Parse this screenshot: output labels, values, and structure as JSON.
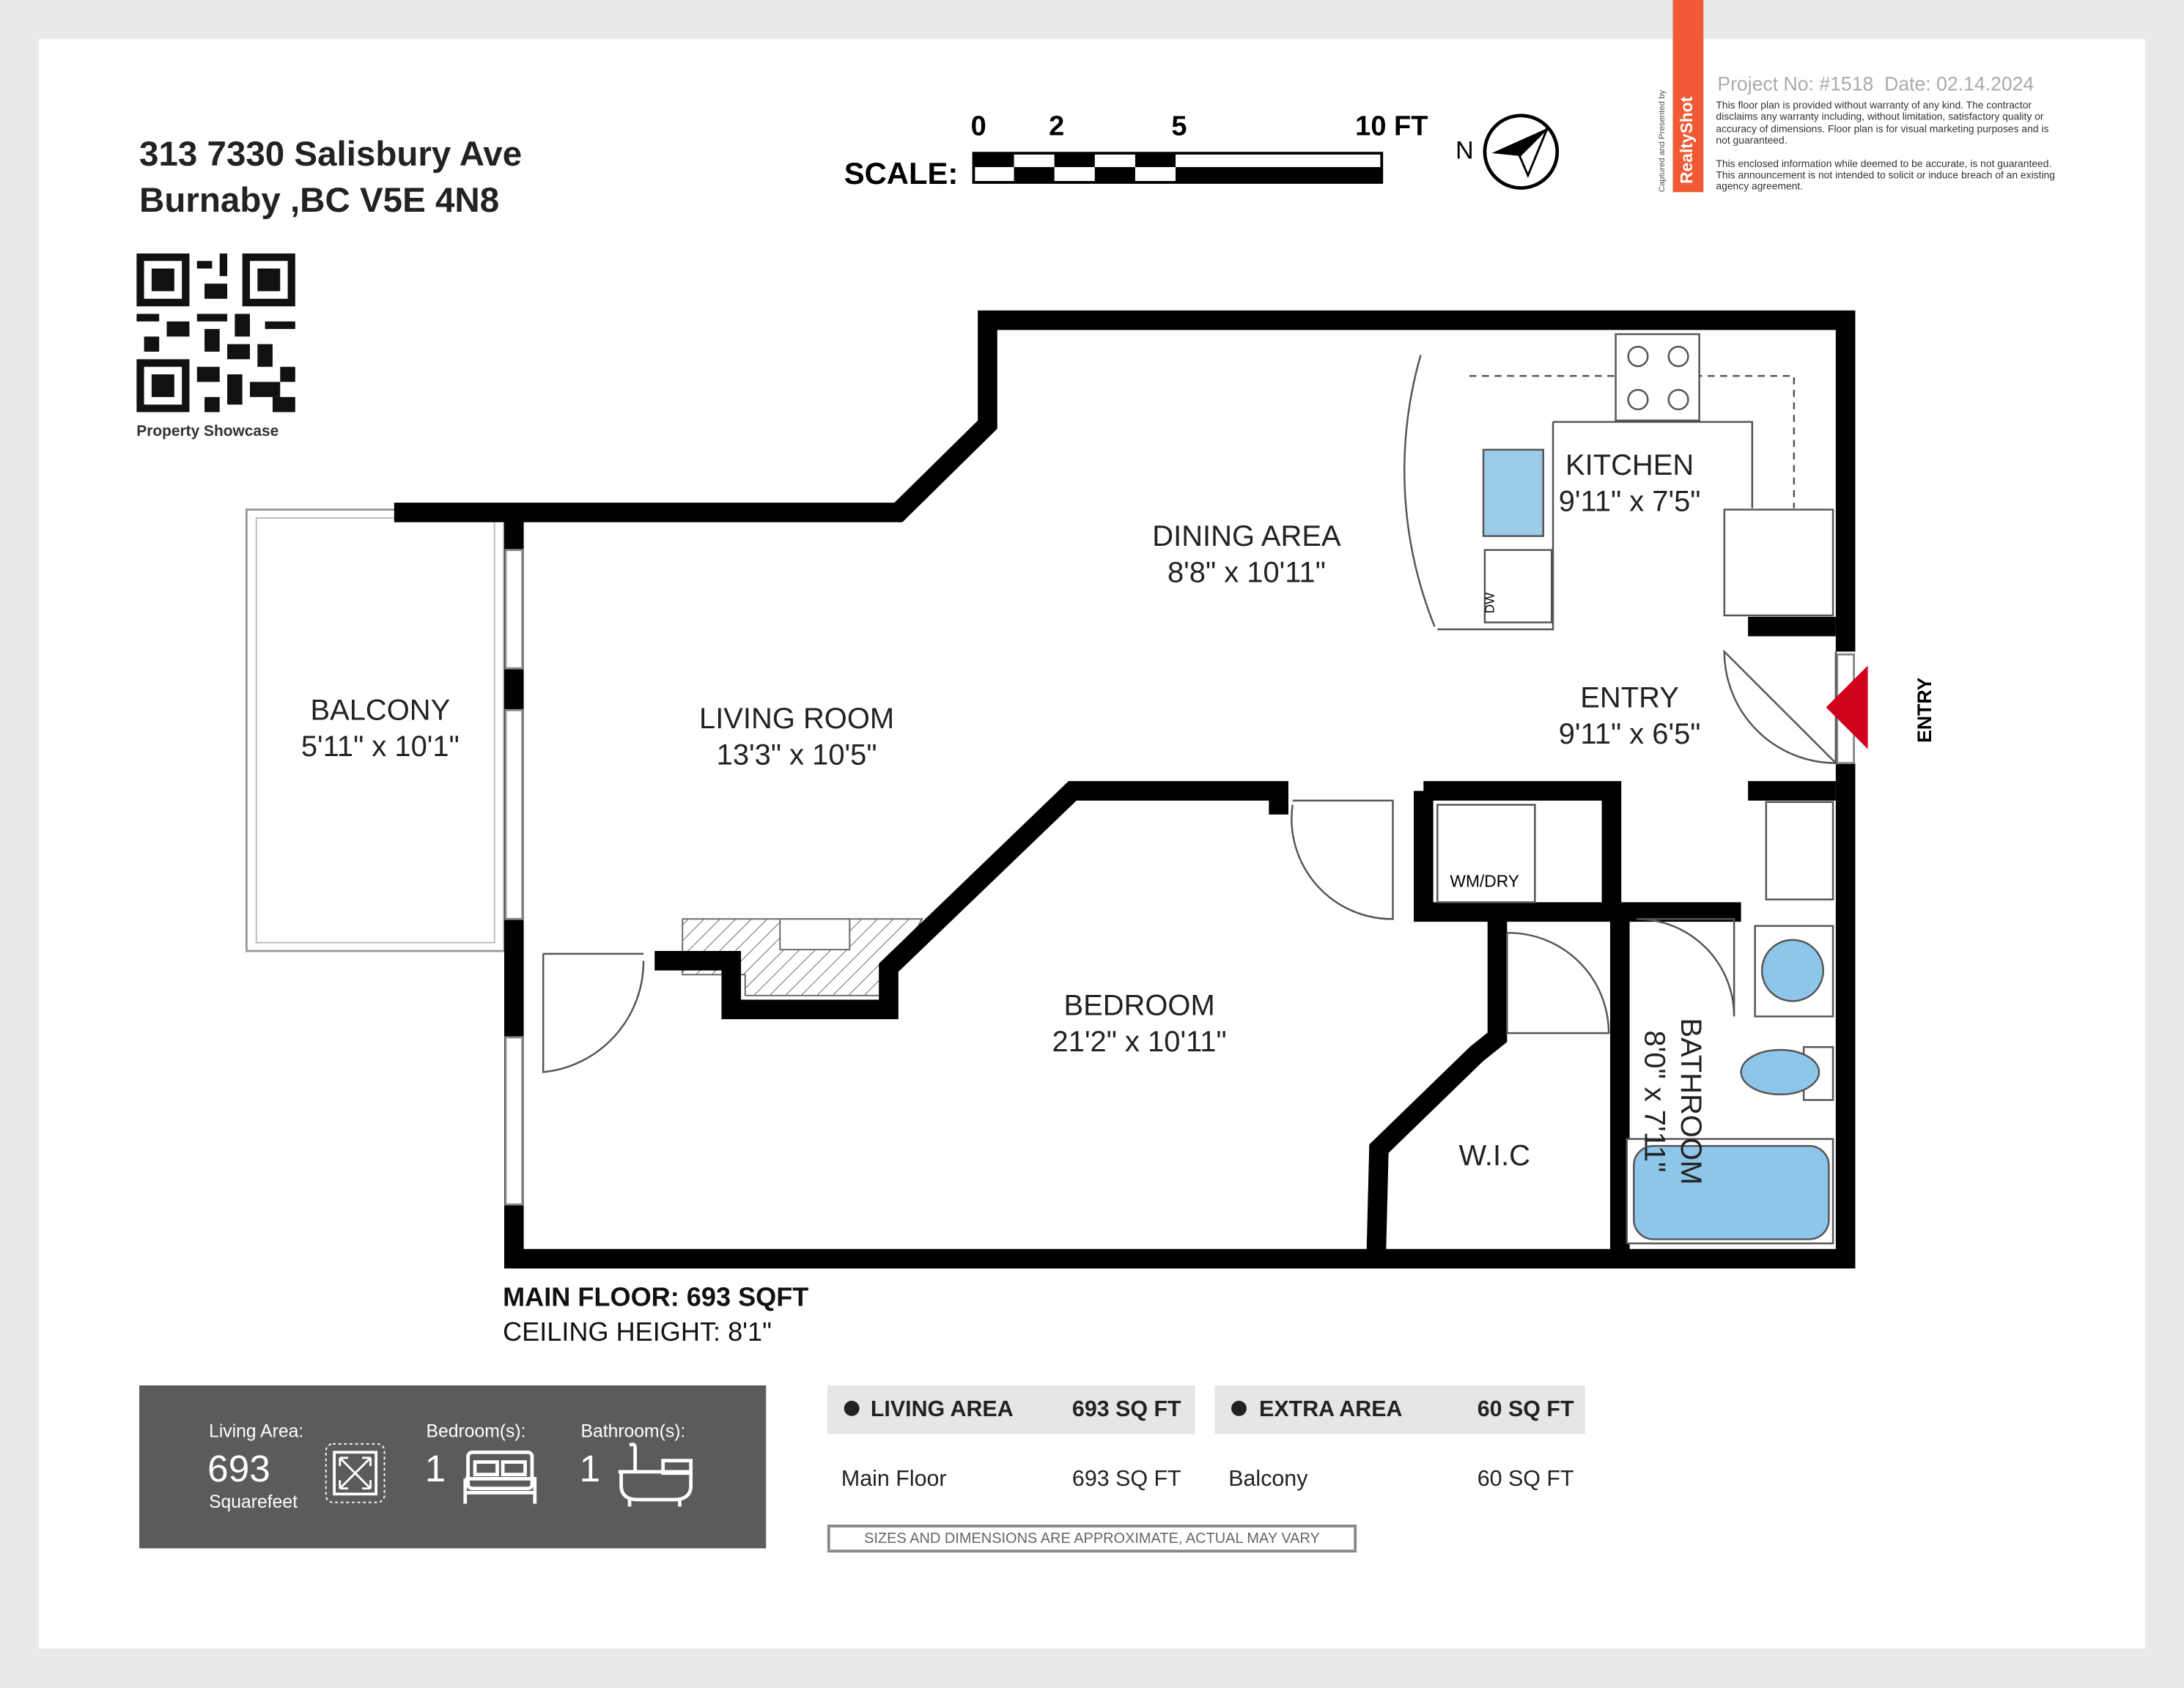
{
  "address": {
    "line1": "313 7330 Salisbury Ave",
    "line2": "Burnaby ,BC V5E 4N8"
  },
  "qr": {
    "label": "Property Showcase"
  },
  "scale": {
    "label": "SCALE:",
    "ticks": [
      "0",
      "2",
      "5",
      "10 FT"
    ]
  },
  "compass": {
    "label": "N"
  },
  "brand": {
    "name": "RealtyShot",
    "captured": "Captured and Presented by",
    "color": "#f05a36"
  },
  "project": {
    "number": "Project No: #1518",
    "date": "Date: 02.14.2024"
  },
  "disclaimer": [
    "This floor plan is provided without warranty of any kind. The contractor disclaims any warranty including, without limitation, satisfactory quality or accuracy of dimensions. Floor plan is for visual marketing purposes and is not guaranteed.",
    "This enclosed information while deemed to be accurate, is not guaranteed. This announcement is not intended to solicit or induce breach of an existing agency agreement."
  ],
  "rooms": {
    "balcony": {
      "name": "BALCONY",
      "dims": "5'11\" x 10'1\""
    },
    "living": {
      "name": "LIVING ROOM",
      "dims": "13'3\" x 10'5\""
    },
    "dining": {
      "name": "DINING AREA",
      "dims": "8'8\" x 10'11\""
    },
    "kitchen": {
      "name": "KITCHEN",
      "dims": "9'11\" x 7'5\""
    },
    "entry": {
      "name": "ENTRY",
      "dims": "9'11\" x 6'5\""
    },
    "bedroom": {
      "name": "BEDROOM",
      "dims": "21'2\" x 10'11\""
    },
    "bathroom": {
      "name": "BATHROOM",
      "dims": "8'0\" x 7'11\""
    },
    "wic": {
      "name": "W.I.C"
    },
    "wmdry": "WM/DRY",
    "dw": "DW",
    "entry_marker": "ENTRY"
  },
  "floor": {
    "main": "MAIN FLOOR: 693 SQFT",
    "ceiling": "CEILING HEIGHT: 8'1\""
  },
  "stats": {
    "living_label": "Living Area:",
    "living_value": "693",
    "living_unit": "Squarefeet",
    "bed_label": "Bedroom(s):",
    "bed_value": "1",
    "bath_label": "Bathroom(s):",
    "bath_value": "1"
  },
  "areas": {
    "living": {
      "label": "LIVING AREA",
      "total": "693 SQ FT",
      "rows": [
        {
          "name": "Main Floor",
          "value": "693 SQ FT"
        }
      ]
    },
    "extra": {
      "label": "EXTRA AREA",
      "total": "60 SQ FT",
      "rows": [
        {
          "name": "Balcony",
          "value": "60 SQ FT"
        }
      ]
    }
  },
  "note": "SIZES AND DIMENSIONS ARE APPROXIMATE, ACTUAL MAY VARY"
}
